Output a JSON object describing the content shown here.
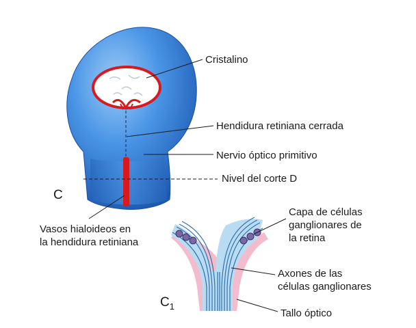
{
  "labels": {
    "cristalino": "Cristalino",
    "hendidura": "Hendidura retiniana cerrada",
    "nervio": "Nervio óptico primitivo",
    "nivel": "Nivel del corte D",
    "vasos_line1": "Vasos hialoideos en",
    "vasos_line2": "la hendidura retiniana",
    "capa_line1": "Capa de células",
    "capa_line2": "ganglionares de",
    "capa_line3": "la retina",
    "axones_line1": "Axones de las",
    "axones_line2": "células ganglionares",
    "tallo": "Tallo óptico",
    "panel_c": "C",
    "panel_c1": "C",
    "panel_c1_sub": "1"
  },
  "colors": {
    "cup_blue": "#3f8ee2",
    "cup_dark": "#1f5fb5",
    "vessel_red": "#d8191e",
    "section_blue": "#b9dcf2",
    "section_pink": "#f3bccd",
    "cell_purple": "#7a68a6",
    "axon_blue": "#2f6fad"
  }
}
